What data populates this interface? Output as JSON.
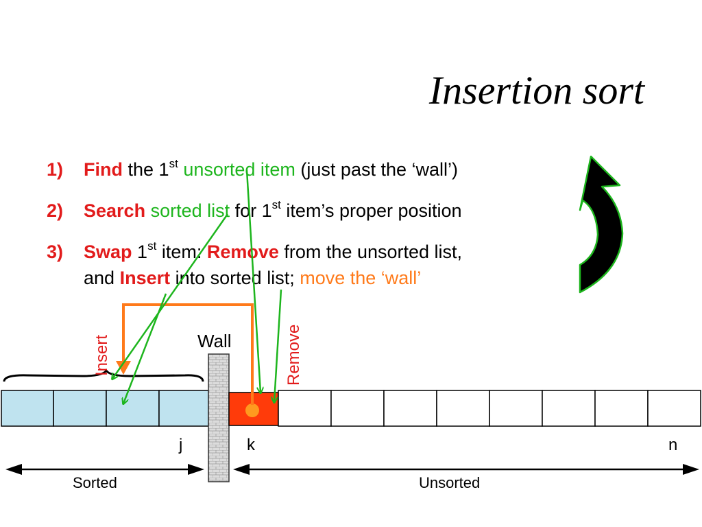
{
  "title": "Insertion sort",
  "steps": [
    {
      "num": "1)",
      "parts": {
        "verb": "Find",
        "t1": "the 1",
        "sup": "st",
        "green": "unsorted item",
        "t2": "(just past the ‘wall’)"
      }
    },
    {
      "num": "2)",
      "parts": {
        "verb": "Search",
        "green": "sorted list",
        "t1": "for 1",
        "sup": "st",
        "t2": "item’s proper position"
      }
    },
    {
      "num": "3)",
      "parts": {
        "verb": "Swap",
        "t1": "1",
        "sup": "st",
        "t2": "item:",
        "verb2": "Remove",
        "t3": "from the unsorted list,",
        "t4": "and",
        "verb3": "Insert",
        "t5": "into sorted list;",
        "orange": "move the ‘wall’"
      }
    }
  ],
  "diagram": {
    "wall_label": "Wall",
    "insert_label": "Insert",
    "remove_label": "Remove",
    "index_j": "j",
    "index_k": "k",
    "index_n": "n",
    "sorted_label": "Sorted",
    "unsorted_label": "Unsorted"
  },
  "colors": {
    "red": "#e21b1b",
    "green": "#1db51d",
    "orange": "#ff7a1a",
    "sorted_cell": "#bfe3ef",
    "current_cell": "#ff3b0a",
    "wall": "#d8d8d8"
  }
}
